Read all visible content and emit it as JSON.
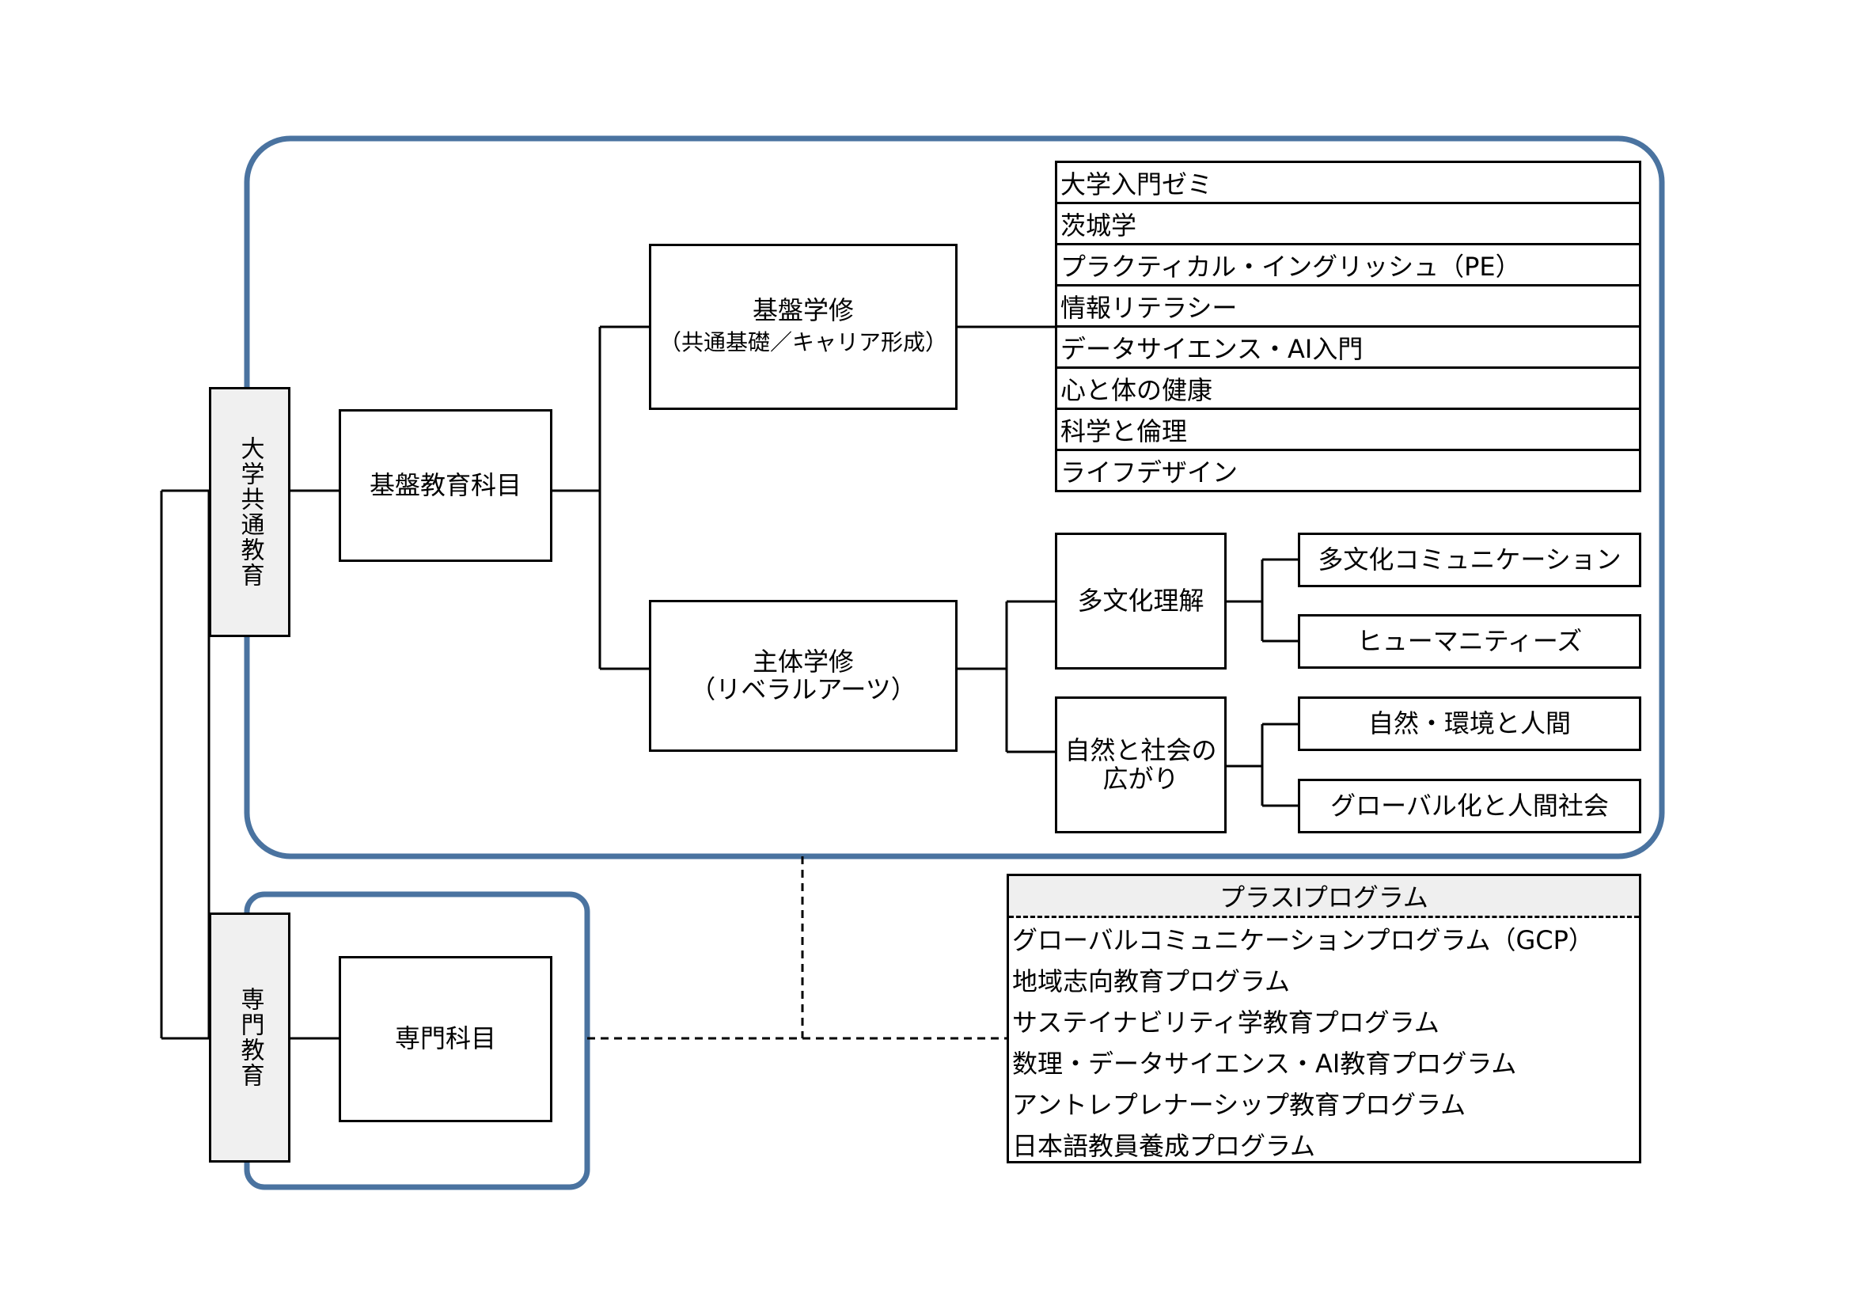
{
  "colors": {
    "frame_blue": "#4a73a0",
    "label_gray": "#f0f0f0",
    "line": "#000000"
  },
  "sections": {
    "common": {
      "label": "大学共通教育"
    },
    "specialized": {
      "label": "専門教育"
    }
  },
  "nodes": {
    "kiban_kamoku": "基盤教育科目",
    "kiban_gakushu": {
      "title": "基盤学修",
      "sub": "（共通基礎／キャリア形成）"
    },
    "shutai_gakushu": {
      "title": "主体学修",
      "sub": "（リベラルアーツ）"
    },
    "tabunka_rikai": "多文化理解",
    "shizen_shakai": {
      "line1": "自然と社会の",
      "line2": "広がり"
    },
    "senmon_kamoku": "専門科目"
  },
  "kiban_courses": [
    "大学入門ゼミ",
    "茨城学",
    "プラクティカル・イングリッシュ（PE）",
    "情報リテラシー",
    "データサイエンス・AI入門",
    "心と体の健康",
    "科学と倫理",
    "ライフデザイン"
  ],
  "tabunka_children": [
    "多文化コミュニケーション",
    "ヒューマニティーズ"
  ],
  "shizen_children": [
    "自然・環境と人間",
    "グローバル化と人間社会"
  ],
  "plus_program": {
    "title": "プラスIプログラム",
    "items": [
      "グローバルコミュニケーションプログラム（GCP）",
      "地域志向教育プログラム",
      "サステイナビリティ学教育プログラム",
      "数理・データサイエンス・AI教育プログラム",
      "アントレプレナーシップ教育プログラム",
      "日本語教員養成プログラム"
    ]
  }
}
